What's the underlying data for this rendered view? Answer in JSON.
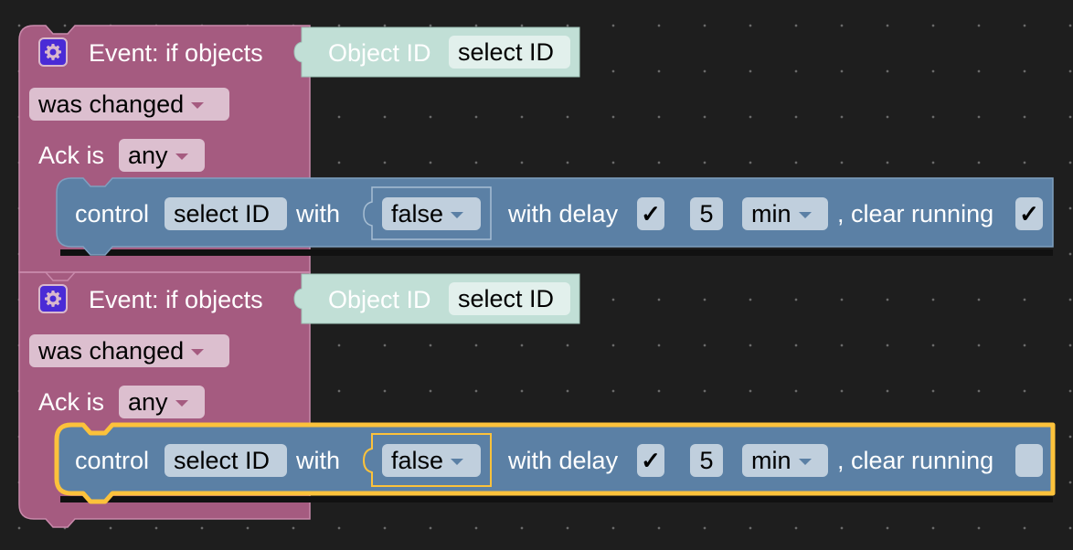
{
  "colors": {
    "background": "#1e1e1e",
    "event_block": "#a55b80",
    "event_field": "#dcbfcf",
    "object_block": "#c1dfd6",
    "object_field": "#e2f0ec",
    "control_block": "#5b80a5",
    "control_field": "#c0cfdd",
    "selection": "#fcc23b",
    "gear_icon_bg": "#4a2bd6"
  },
  "blocks": [
    {
      "event": {
        "icon": "gear-icon",
        "title": "Event: if objects",
        "object_label": "Object ID",
        "object_value": "select ID",
        "trigger": "was changed",
        "ack_label": "Ack is",
        "ack_value": "any"
      },
      "control": {
        "label": "control",
        "target": "select ID",
        "with_label": "with",
        "value": "false",
        "delay_label": "with delay",
        "delay_checked": "✓",
        "delay_amount": "5",
        "delay_unit": "min",
        "clear_label": ", clear running",
        "clear_checked": "✓",
        "selected": false
      }
    },
    {
      "event": {
        "icon": "gear-icon",
        "title": "Event: if objects",
        "object_label": "Object ID",
        "object_value": "select ID",
        "trigger": "was changed",
        "ack_label": "Ack is",
        "ack_value": "any"
      },
      "control": {
        "label": "control",
        "target": "select ID",
        "with_label": "with",
        "value": "false",
        "delay_label": "with delay",
        "delay_checked": "✓",
        "delay_amount": "5",
        "delay_unit": "min",
        "clear_label": ", clear running",
        "clear_checked": "",
        "selected": true
      }
    }
  ]
}
